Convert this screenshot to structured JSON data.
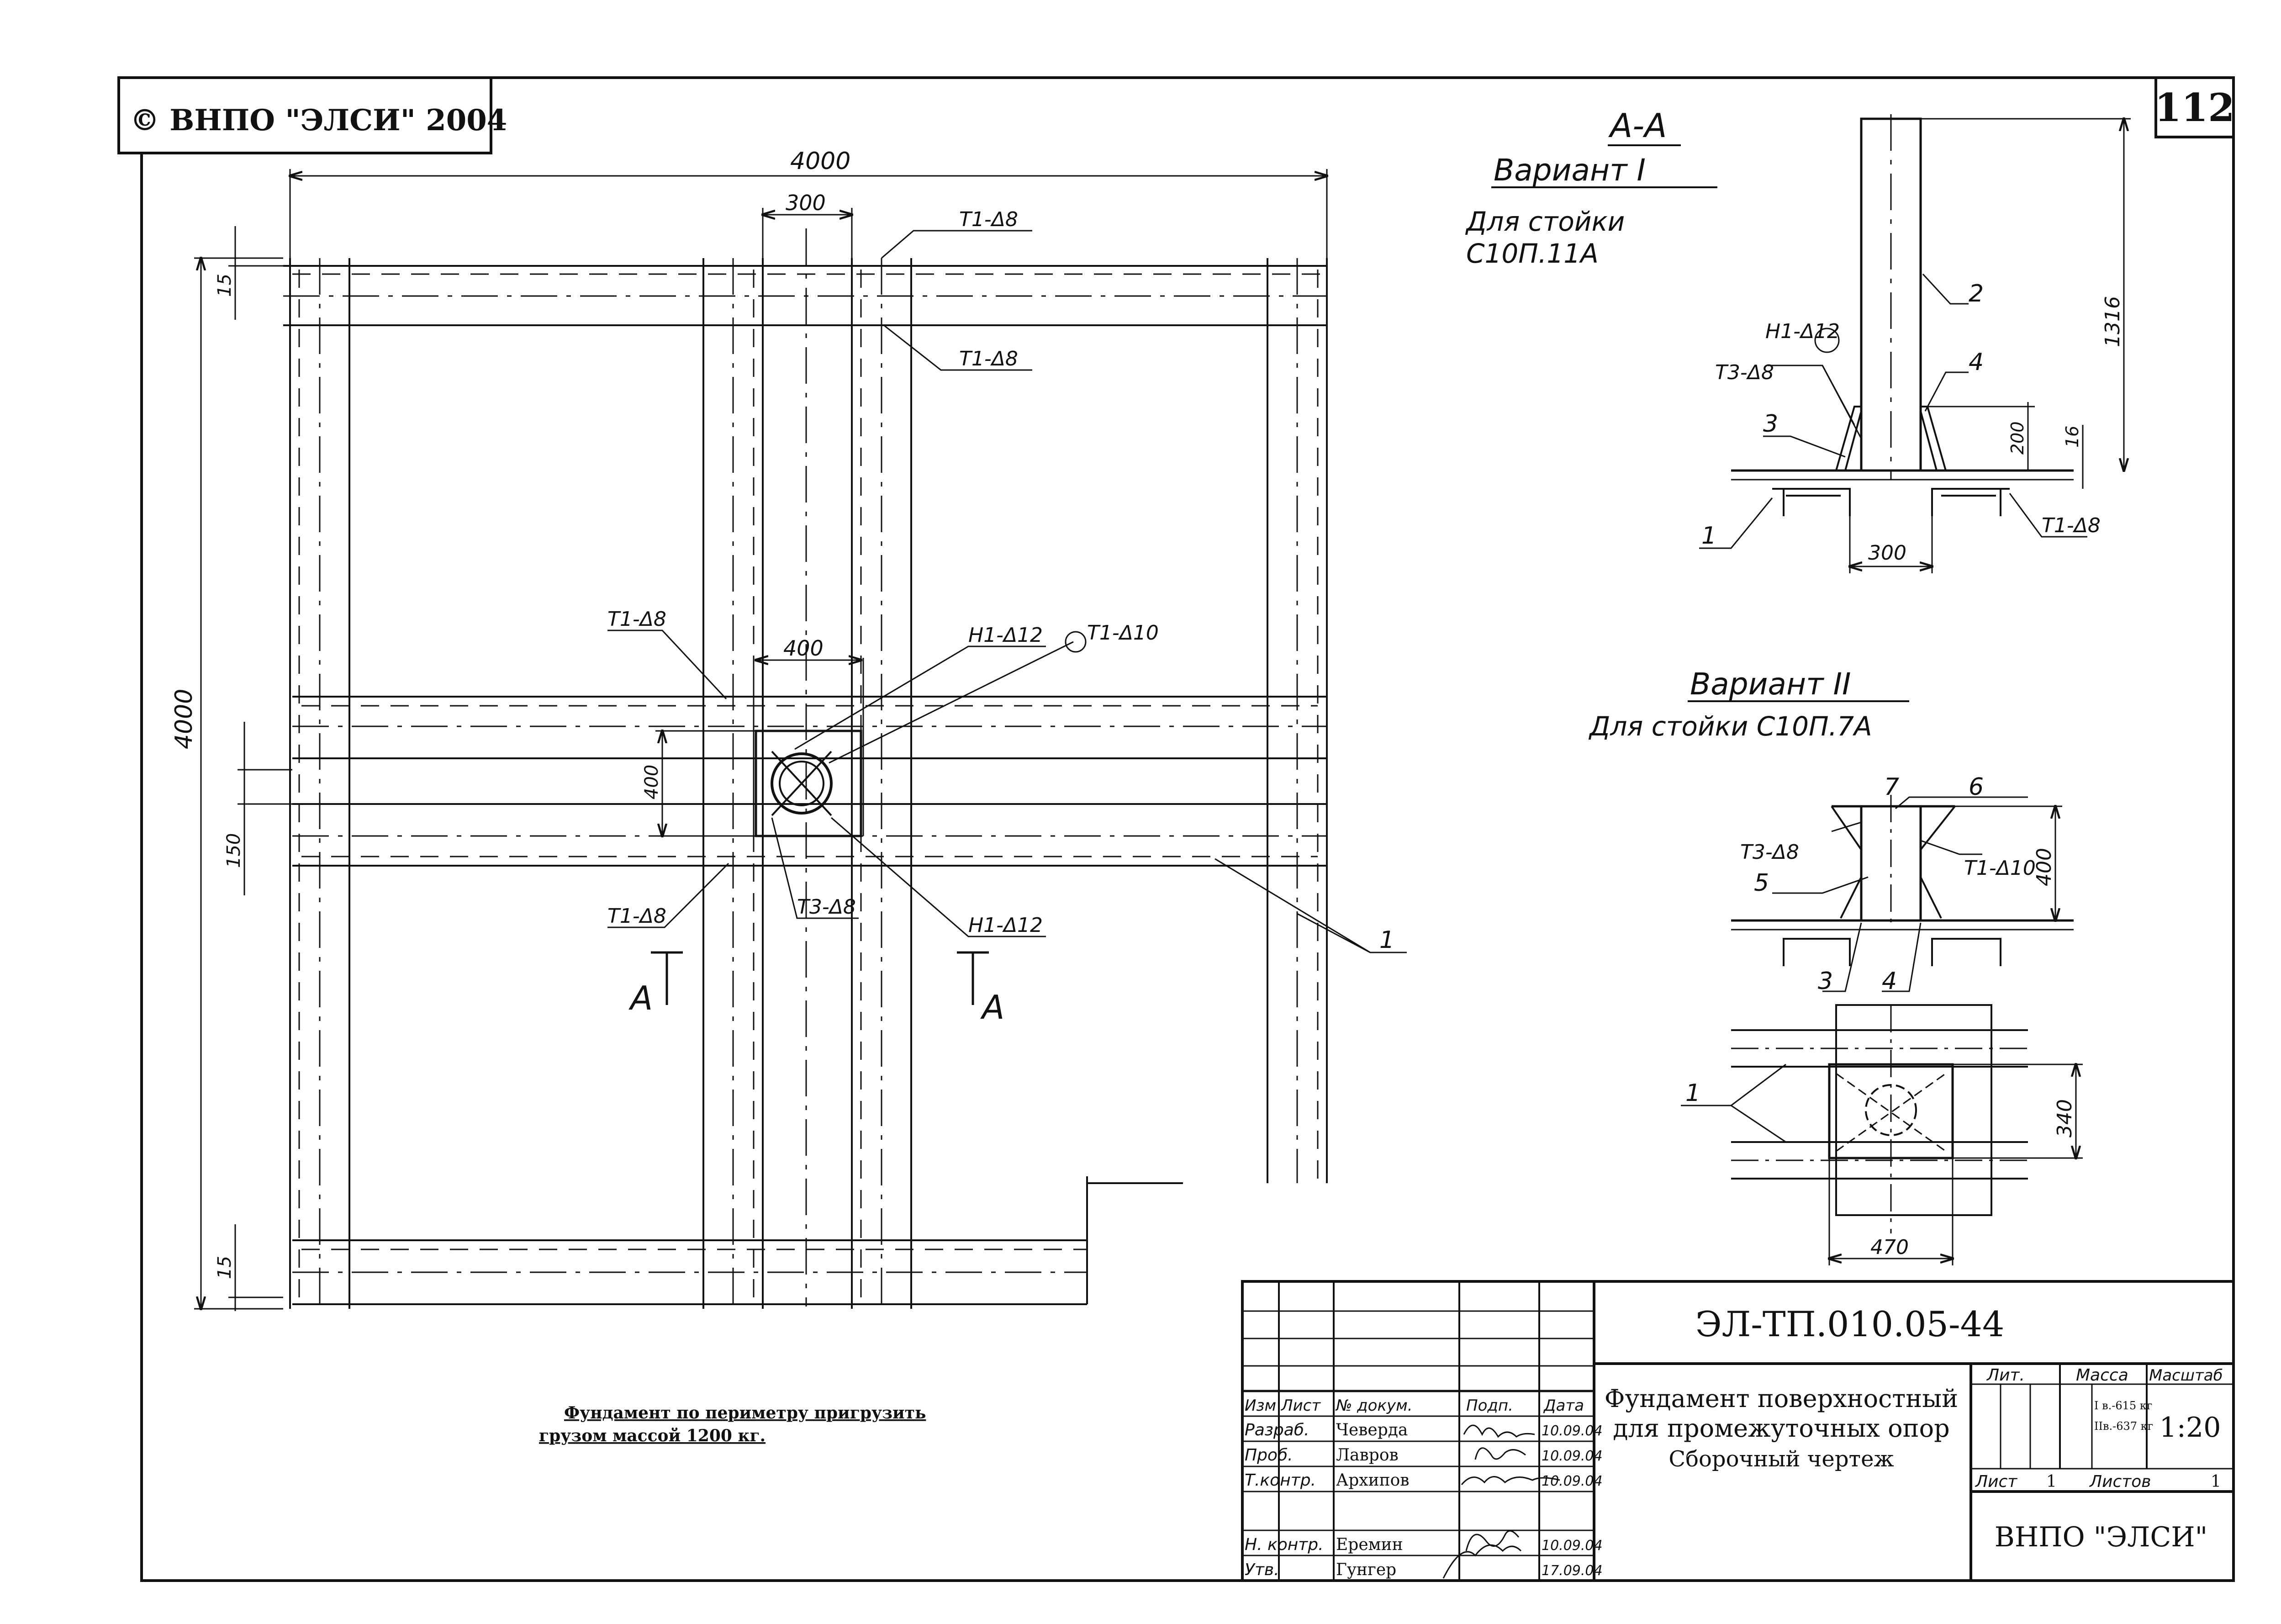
{
  "copyright": "© ВНПО \"ЭЛСИ\" 2004",
  "sheet_number": "112",
  "plan": {
    "dim_total_width": "4000",
    "dim_total_height": "4000",
    "dim_300": "300",
    "dim_15_top": "15",
    "dim_15_bottom": "15",
    "dim_150": "150",
    "dim_400_w": "400",
    "dim_400_h": "400",
    "weld_t1_8_a": "Т1-Δ8",
    "weld_t1_8_b": "Т1-Δ8",
    "weld_t1_8_c": "Т1-Δ8",
    "weld_t1_8_d": "Т1-Δ8",
    "weld_h1_12_a": "Н1-Δ12",
    "weld_t1_10": "Т1-Δ10",
    "weld_t3_8": "Т3-Δ8",
    "weld_h1_12_b": "Н1-Δ12",
    "section_mark_left": "А",
    "section_mark_right": "А",
    "pos_1": "1",
    "note_line1": "Фундамент по периметру пригрузить",
    "note_line2": "грузом массой 1200 кг."
  },
  "section_aa": {
    "title": "А-А",
    "variant": "Вариант I",
    "for_post_line1": "Для стойки",
    "for_post_line2": "С10П.11А",
    "weld_h1_12": "Н1-Δ12",
    "weld_t3_8": "Т3-Δ8",
    "weld_t1_8": "Т1-Δ8",
    "pos_1": "1",
    "pos_2": "2",
    "pos_3": "3",
    "pos_4": "4",
    "dim_1316": "1316",
    "dim_200": "200",
    "dim_16": "16",
    "dim_300": "300"
  },
  "variant2": {
    "variant": "Вариант II",
    "for_post": "Для стойки С10П.7А",
    "weld_t3_8": "Т3-Δ8",
    "weld_t1_10": "Т1-Δ10",
    "pos_1": "1",
    "pos_3": "3",
    "pos_4": "4",
    "pos_5": "5",
    "pos_6": "6",
    "pos_7": "7",
    "dim_400": "400",
    "dim_340": "340",
    "dim_470": "470"
  },
  "title_block": {
    "doc_code": "ЭЛ-ТП.010.05-44",
    "title_line1": "Фундамент поверхностный",
    "title_line2": "для промежуточных опор",
    "title_line3": "Сборочный чертеж",
    "hdr_izm": "Изм",
    "hdr_list": "Лист",
    "hdr_doc": "№ докум.",
    "hdr_sign": "Подп.",
    "hdr_date": "Дата",
    "rows": [
      {
        "role": "Разраб.",
        "name": "Чеверда",
        "date": "10.09.04"
      },
      {
        "role": "Проб.",
        "name": "Лавров",
        "date": "10.09.04"
      },
      {
        "role": "Т.контр.",
        "name": "Архипов",
        "date": "10.09.04"
      },
      {
        "role": "Н. контр.",
        "name": "Еремин",
        "date": "10.09.04"
      },
      {
        "role": "Утв.",
        "name": "Гунгер",
        "date": "17.09.04"
      }
    ],
    "lit_label": "Лит.",
    "mass_label": "Масса",
    "scale_label": "Масштаб",
    "mass_v1": "I в.-615 кг",
    "mass_v2": "IIв.-637 кг",
    "scale_value": "1:20",
    "sheet_label": "Лист",
    "sheet_value": "1",
    "sheets_label": "Листов",
    "sheets_value": "1",
    "org": "ВНПО \"ЭЛСИ\""
  }
}
